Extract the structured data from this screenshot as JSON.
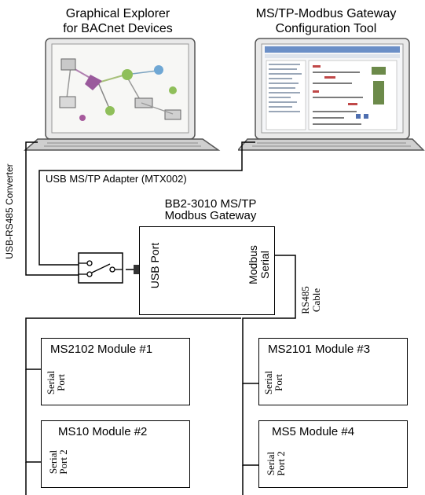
{
  "laptops": [
    {
      "title_line1": "Graphical Explorer",
      "title_line2": "for BACnet Devices"
    },
    {
      "title_line1": "MS/TP-Modbus Gateway",
      "title_line2": "Configuration Tool"
    }
  ],
  "connections": {
    "usb_rs485_converter": "USB-RS485 Converter",
    "usb_mstp_adapter": "USB MS/TP Adapter (MTX002)",
    "rs485_cable_line1": "RS485",
    "rs485_cable_line2": "Cable"
  },
  "gateway": {
    "title_line1": "BB2-3010 MS/TP",
    "title_line2": "Modbus Gateway",
    "usb_port": "USB Port",
    "modbus_line1": "Modbus",
    "modbus_line2": "Serial"
  },
  "modules": [
    {
      "title": "MS2102 Module #1",
      "port_line1": "Serial",
      "port_line2": "Port"
    },
    {
      "title": "MS10 Module #2",
      "port_line1": "Serial",
      "port_line2": "Port 2"
    },
    {
      "title": "MS2101 Module #3",
      "port_line1": "Serial",
      "port_line2": "Port"
    },
    {
      "title": "MS5 Module #4",
      "port_line1": "Serial",
      "port_line2": "Port 2"
    }
  ]
}
